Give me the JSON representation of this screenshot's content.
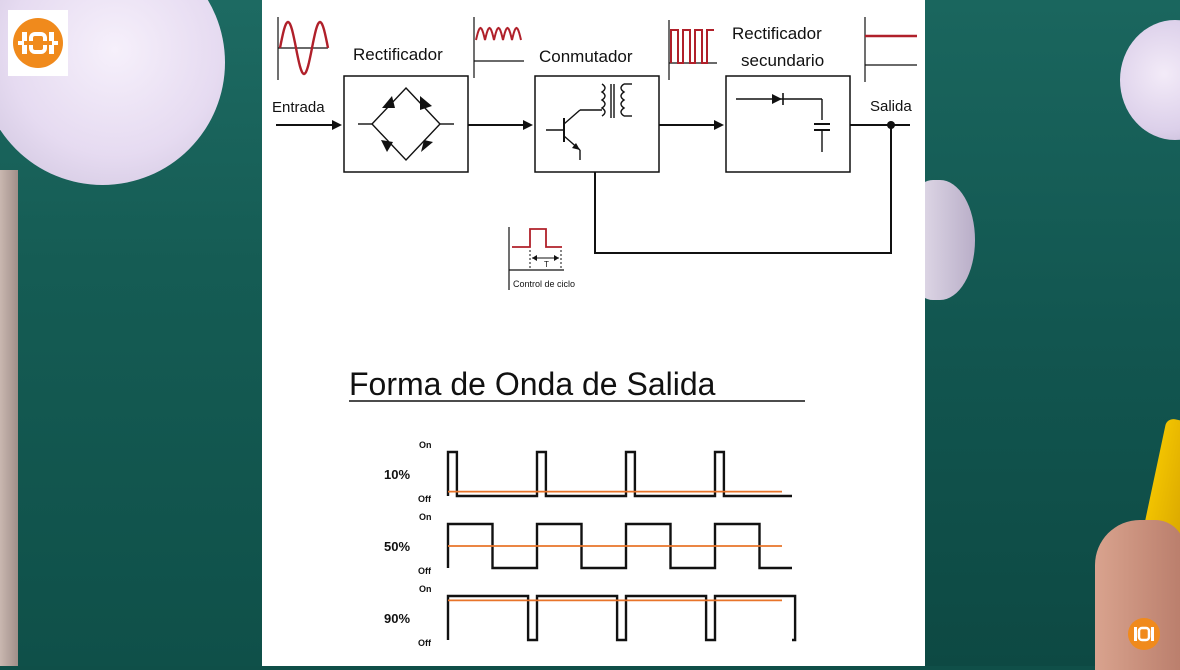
{
  "diagram": {
    "blocks": {
      "rectifier": "Rectificador",
      "switcher": "Conmutador",
      "secondary_line1": "Rectificador",
      "secondary_line2": "secundario"
    },
    "io": {
      "input": "Entrada",
      "output": "Salida"
    },
    "duty_control": "Control de ciclo",
    "duty_marker": "T"
  },
  "waveform": {
    "title": "Forma de Onda de Salida",
    "on_label": "On",
    "off_label": "Off",
    "rows": [
      {
        "label": "10%",
        "duty": 0.1
      },
      {
        "label": "50%",
        "duty": 0.5
      },
      {
        "label": "90%",
        "duty": 0.9
      }
    ],
    "periods": 4,
    "pulse_color": "#111111",
    "average_color": "#e8742a",
    "sine_color": "#b0202a"
  },
  "colors": {
    "logo_orange": "#f08a1c",
    "table_green": "#0f4f48"
  },
  "icons": [
    "logo-icon",
    "diode-bridge-icon",
    "transistor-icon",
    "transformer-icon",
    "diode-icon",
    "capacitor-icon"
  ]
}
